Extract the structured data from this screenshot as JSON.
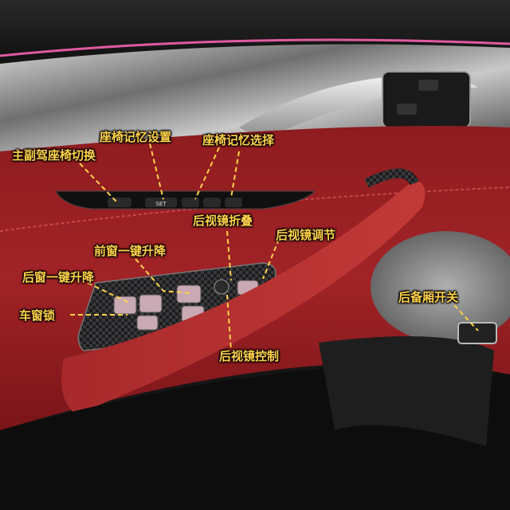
{
  "callout_color": "#ffd24a",
  "labels": {
    "main_passenger_seat_switch": "主副驾座椅切换",
    "seat_memory_set": "座椅记忆设置",
    "seat_memory_select": "座椅记忆选择",
    "mirror_fold": "后视镜折叠",
    "mirror_adjust": "后视镜调节",
    "front_window_one_touch": "前窗一键升降",
    "rear_window_one_touch": "后窗一键升降",
    "window_lock": "车窗锁",
    "mirror_control": "后视镜控制",
    "trunk_switch": "后备厢开关"
  },
  "panel": {
    "set_button_text": "SET"
  }
}
